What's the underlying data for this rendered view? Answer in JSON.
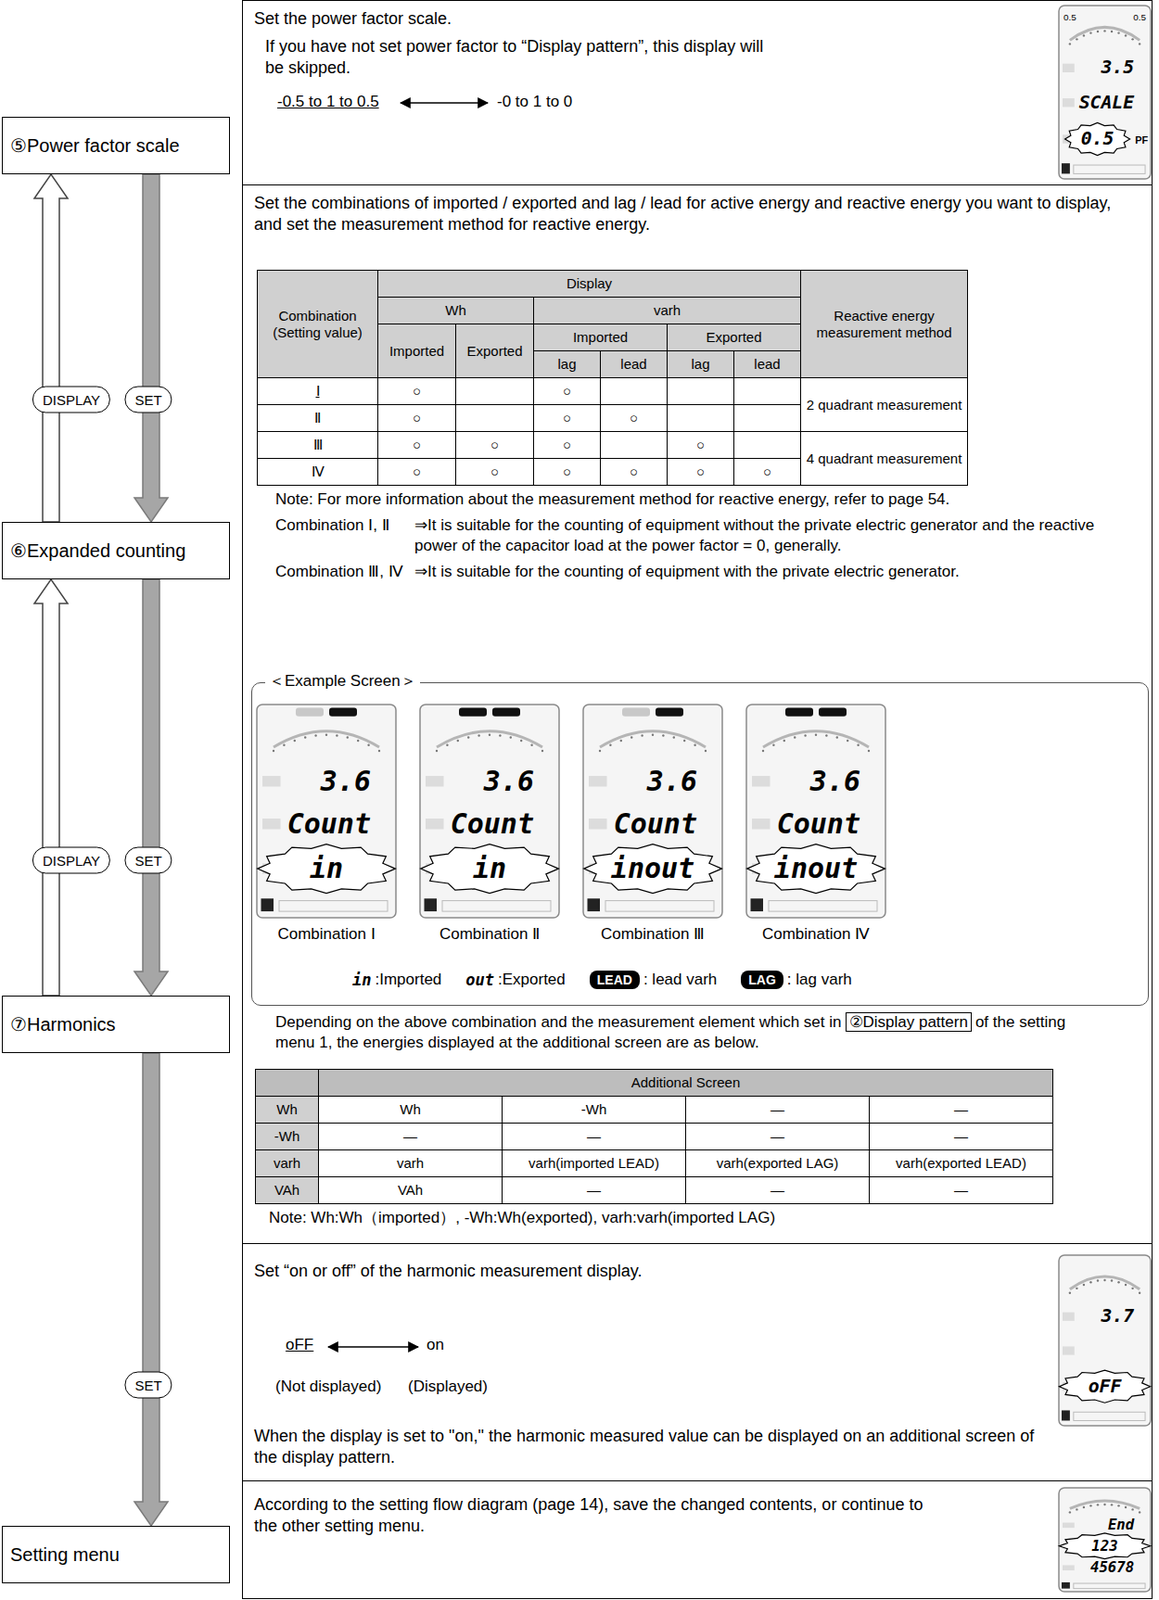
{
  "diagram": {
    "nodes": [
      {
        "text": [
          "⑤Power factor scale"
        ]
      },
      {
        "text": [
          "Set the power factor scale.",
          "If you have not set power factor to “Display pattern”, this display will be skipped."
        ]
      },
      {
        "text": [
          "⑥Expanded counting"
        ]
      },
      {
        "text": [
          "Set the combinations of imported / exported and lag / lead for active energy and reactive energy you want to display, and set the measurement method for reactive energy."
        ]
      },
      {
        "text": [
          "＜Example Screen＞"
        ],
        "in": 3
      },
      {
        "text": [
          "⑦Harmonics"
        ]
      },
      {
        "text": [
          "Set “on or off” of the harmonic measurement display.",
          "When the display is set to \"on,\" the harmonic measured value can be displayed on an additional screen of the display pattern."
        ]
      },
      {
        "text": [
          "Setting menu"
        ]
      },
      {
        "text": [
          "According to the setting flow diagram (page 14), save the changed contents, or continue to the other setting menu."
        ]
      }
    ],
    "edges": [
      {
        "from": 0,
        "to": 2,
        "arrow": "to",
        "label": "SET"
      },
      {
        "from": 2,
        "to": 0,
        "arrow": "to",
        "label": "DISPLAY"
      },
      {
        "from": 2,
        "to": 5,
        "arrow": "to",
        "label": "SET"
      },
      {
        "from": 5,
        "to": 2,
        "arrow": "to",
        "label": "DISPLAY"
      },
      {
        "from": 5,
        "to": 7,
        "arrow": "to",
        "label": "SET"
      }
    ],
    "labels": [
      "-0.5 to 1 to 0.5",
      "-0 to 1 to 0",
      "0.5",
      "0.5",
      "3.5",
      "SCALE",
      "0.5",
      "PF",
      "Combination (Setting value)",
      "Display",
      "Reactive energy measurement method",
      "Wh",
      "varh",
      "Imported",
      "Exported",
      "Imported",
      "Exported",
      "lag",
      "lead",
      "lag",
      "lead",
      "Ⅰ",
      "○",
      "○",
      "2 quadrant measurement",
      "Ⅱ",
      "○",
      "○",
      "○",
      "Ⅲ",
      "○",
      "○",
      "○",
      "○",
      "4 quadrant measurement",
      "Ⅳ",
      "○",
      "○",
      "○",
      "○",
      "○",
      "○",
      "Note: For more information about the measurement method for reactive energy, refer to page 54.",
      "Combination Ⅰ, Ⅱ",
      "⇒It is suitable for the counting of equipment without the private electric generator and the reactive power of the capacitor load at the power factor = 0, generally.",
      "Combination Ⅲ, Ⅳ",
      "⇒It is suitable for the counting of equipment with the private electric generator.",
      "3.6",
      "Count",
      "in",
      "3.6",
      "Count",
      "in",
      "3.6",
      "Count",
      "inout",
      "3.6",
      "Count",
      "inout",
      "Combination Ⅰ",
      "Combination Ⅱ",
      "Combination Ⅲ",
      "Combination Ⅳ",
      "in",
      ":Imported",
      "out",
      ":Exported",
      "LEAD",
      ": lead varh",
      "LAG",
      ": lag varh",
      "Depending on the above combination and the measurement element which set in",
      "②Display pattern",
      "of the setting menu 1, the energies displayed at the additional screen are as below.",
      "Additional Screen",
      "Wh",
      "Wh",
      "-Wh",
      "—",
      "—",
      "-Wh",
      "—",
      "—",
      "—",
      "—",
      "varh",
      "varh",
      "varh(imported LEAD)",
      "varh(exported LAG)",
      "varh(exported LEAD)",
      "VAh",
      "VAh",
      "—",
      "—",
      "—",
      "Note: Wh:Wh（imported）, -Wh:Wh(exported), varh:varh(imported LAG)",
      "oFF",
      "on",
      "(Not displayed)",
      "(Displayed)",
      "3.7",
      "oFF",
      "End",
      "123",
      "45678"
    ]
  }
}
